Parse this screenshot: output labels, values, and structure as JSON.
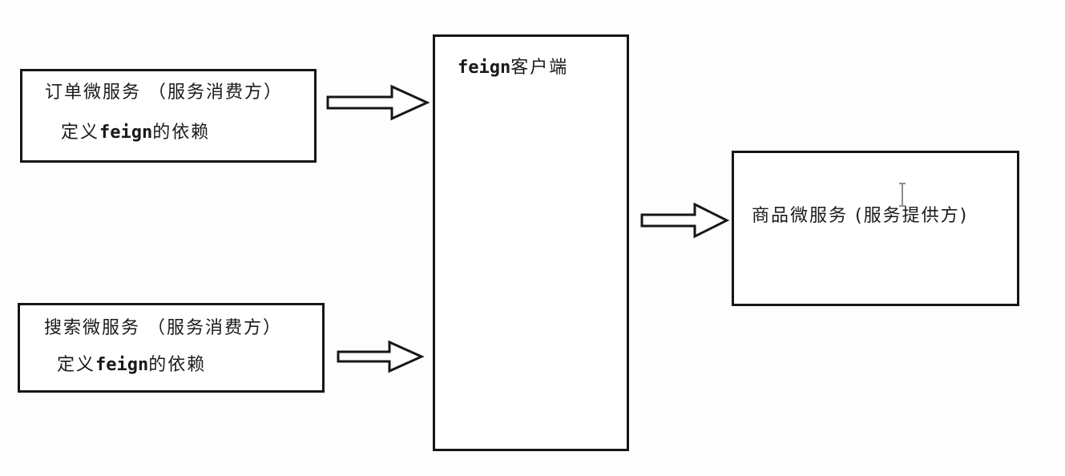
{
  "diagram": {
    "colors": {
      "background": "#fdfdfd",
      "ink": "#161616",
      "node_fill": "#ffffff"
    },
    "nodes": {
      "order_service": {
        "line1": "订单微服务 （服务消费方）",
        "line2_prefix": "定义",
        "line2_code": "feign",
        "line2_suffix": "的依赖"
      },
      "search_service": {
        "line1": "搜索微服务 （服务消费方）",
        "line2_prefix": "定义",
        "line2_code": "feign",
        "line2_suffix": "的依赖"
      },
      "feign_client": {
        "title_code": "feign",
        "title_suffix": "客户端"
      },
      "product_service": {
        "label": "商品微服务 (服务提供方)"
      }
    },
    "edges": [
      {
        "from": "order_service",
        "to": "feign_client",
        "style": "hollow-block-arrow"
      },
      {
        "from": "search_service",
        "to": "feign_client",
        "style": "hollow-block-arrow"
      },
      {
        "from": "feign_client",
        "to": "product_service",
        "style": "hollow-block-arrow"
      }
    ]
  }
}
